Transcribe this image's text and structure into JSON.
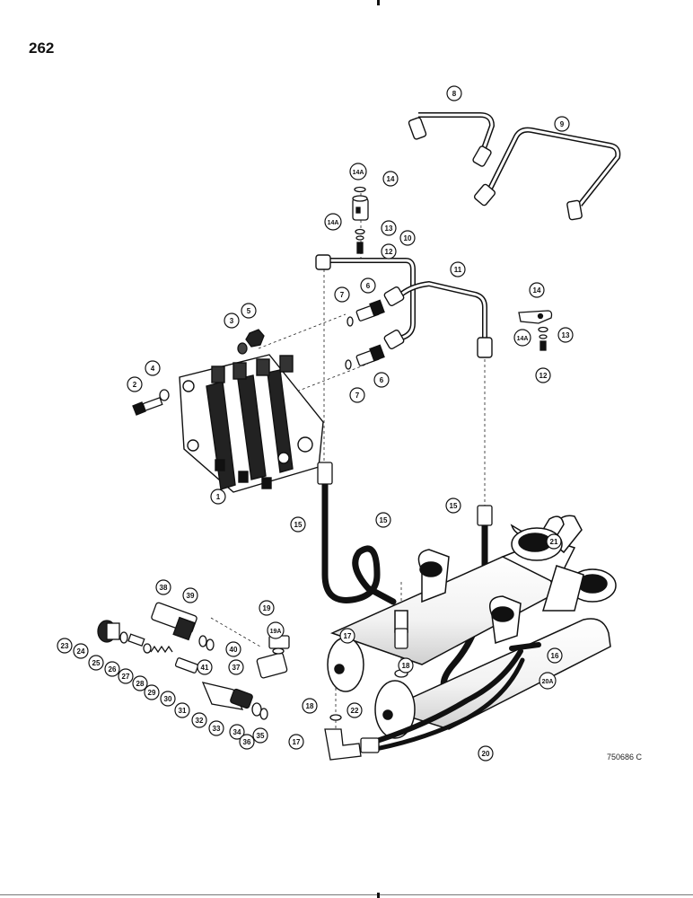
{
  "page_number": "262",
  "figure_code": "750686 C",
  "callouts": [
    "1",
    "2",
    "3",
    "4",
    "5",
    "6",
    "6",
    "7",
    "7",
    "8",
    "9",
    "10",
    "11",
    "12",
    "12",
    "13",
    "13",
    "14",
    "14",
    "14A",
    "14A",
    "14A",
    "15",
    "15",
    "15",
    "16",
    "17",
    "17",
    "18",
    "18",
    "19",
    "19A",
    "20",
    "20A",
    "21",
    "22",
    "23",
    "24",
    "25",
    "26",
    "27",
    "28",
    "29",
    "30",
    "31",
    "32",
    "33",
    "34",
    "35",
    "36",
    "37",
    "38",
    "39",
    "40",
    "41"
  ]
}
